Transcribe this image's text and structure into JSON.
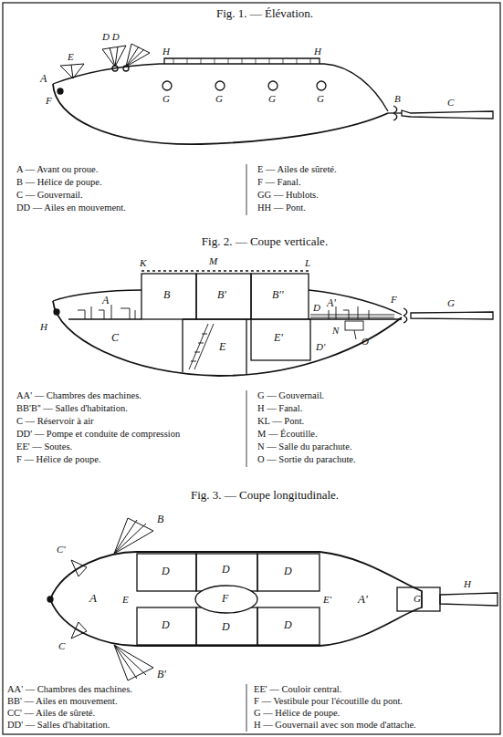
{
  "diagram": {
    "labels": [
      "Fig. 1. — Élévation.",
      "D D",
      "H",
      "H",
      "A",
      "E",
      "F",
      "G",
      "G",
      "G",
      "G",
      "B",
      "C",
      "A — Avant ou proue.",
      "B — Hélice de poupe.",
      "C — Gouvernail.",
      "DD — Ailes en mouvement.",
      "E — Ailes de sûreté.",
      "F — Fanal.",
      "GG — Hublots.",
      "HH — Pont.",
      "Fig. 2. — Coupe verticale.",
      "K",
      "M",
      "L",
      "A",
      "B",
      "B'",
      "B''",
      "A'",
      "H",
      "C",
      "E",
      "E'",
      "D",
      "N",
      "O",
      "D'",
      "F",
      "G",
      "AA' — Chambres des machines.",
      "BB'B'' — Salles d'habitation.",
      "C — Réservoir à air",
      "DD' — Pompe et conduite de compression",
      "EE' — Soutes.",
      "F — Hélice de poupe.",
      "G — Gouvernail.",
      "H — Fanal.",
      "KL — Pont.",
      "M — Écoutille.",
      "N — Salle du parachute.",
      "O — Sortie du parachute.",
      "Fig. 3. — Coupe longitudinale.",
      "B",
      "C'",
      "A",
      "E",
      "D",
      "D",
      "D",
      "F",
      "D",
      "D",
      "D",
      "E'",
      "A'",
      "G",
      "H",
      "C",
      "B'",
      "AA' — Chambres des machines.",
      "BB' — Ailes en mouvement.",
      "CC' — Ailes de sûreté.",
      "DD' — Salles d'habitation.",
      "EE' — Couloir central.",
      "F — Vestibule pour l'écoutille du pont.",
      "G — Hélice de poupe.",
      "H — Gouvernail avec son mode d'attache."
    ]
  }
}
